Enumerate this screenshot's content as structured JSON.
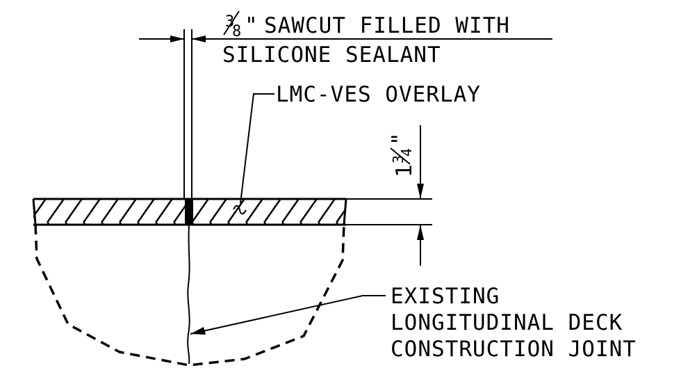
{
  "sawcut": {
    "fraction_num": "3",
    "fraction_den": "8",
    "inch_mark": "\"",
    "line1_rest": "SAWCUT FILLED WITH",
    "line2": "SILICONE SEALANT"
  },
  "overlay": {
    "label": "LMC-VES OVERLAY"
  },
  "thickness_dim": {
    "whole": "1",
    "fraction_num": "3",
    "fraction_den": "4",
    "inch_mark": "\""
  },
  "joint": {
    "line1": "EXISTING",
    "line2": "LONGITUDINAL DECK",
    "line3": "CONSTRUCTION JOINT"
  }
}
